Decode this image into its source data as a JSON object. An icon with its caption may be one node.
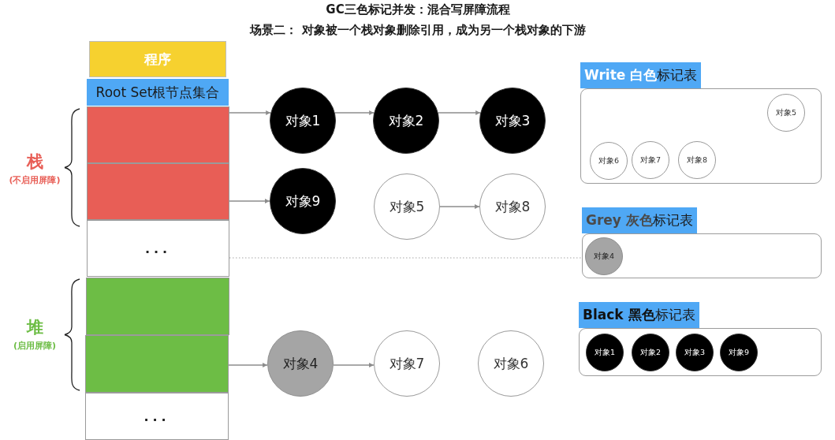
{
  "diagram": {
    "title": "GC三色标记并发：混合写屏障流程",
    "nodes": [
      {
        "text": [
          "程序"
        ]
      },
      {
        "text": [
          "Root Set根节点集合"
        ]
      },
      {
        "text": [],
        "shape": "box"
      },
      {
        "text": [],
        "shape": "box"
      },
      {
        "text": [
          "..."
        ]
      },
      {
        "text": [],
        "shape": "box"
      },
      {
        "text": [],
        "shape": "box"
      },
      {
        "text": [
          "..."
        ]
      },
      {
        "text": [
          "对象1"
        ]
      },
      {
        "text": [
          "对象2"
        ]
      },
      {
        "text": [
          "对象3"
        ]
      },
      {
        "text": [
          "对象9"
        ]
      },
      {
        "text": [
          "对象5"
        ]
      },
      {
        "text": [
          "对象8"
        ]
      },
      {
        "text": [
          "对象4"
        ]
      },
      {
        "text": [
          "对象7"
        ]
      },
      {
        "text": [
          "对象6"
        ]
      },
      {
        "text": [
          "**Write 白色**标记表"
        ]
      },
      {
        "text": [
          "对象5"
        ],
        "in": 17
      },
      {
        "text": [
          "对象6"
        ],
        "in": 17
      },
      {
        "text": [
          "对象7"
        ],
        "in": 17
      },
      {
        "text": [
          "对象8"
        ],
        "in": 17
      },
      {
        "text": [
          "**Grey 灰色**标记表"
        ]
      },
      {
        "text": [
          "对象4"
        ],
        "in": 22
      },
      {
        "text": [
          "**Black 黑色**标记表"
        ]
      },
      {
        "text": [
          "对象1"
        ],
        "in": 24
      },
      {
        "text": [
          "对象2"
        ],
        "in": 24
      },
      {
        "text": [
          "对象3"
        ],
        "in": 24
      },
      {
        "text": [
          "对象9"
        ],
        "in": 24
      }
    ],
    "edges": [
      {
        "from": 2,
        "to": 8,
        "arrow": "to"
      },
      {
        "from": 8,
        "to": 9,
        "arrow": "to"
      },
      {
        "from": 9,
        "to": 10,
        "arrow": "to"
      },
      {
        "from": 3,
        "to": 11,
        "arrow": "to"
      },
      {
        "from": 12,
        "to": 13,
        "arrow": "to"
      },
      {
        "from": 6,
        "to": 14,
        "arrow": "to"
      },
      {
        "from": 14,
        "to": 15,
        "arrow": "to"
      },
      {
        "from": 4,
        "to": 22,
        "arrow": "none",
        "style": "dashed",
        "color": "#c4c4c4"
      }
    ],
    "labels": [
      "场景二： 对象被一个栈对象删除引用，成为另一个栈对象的下游",
      "栈",
      "(不启用屏障)",
      "堆",
      "(启用屏障)"
    ]
  }
}
